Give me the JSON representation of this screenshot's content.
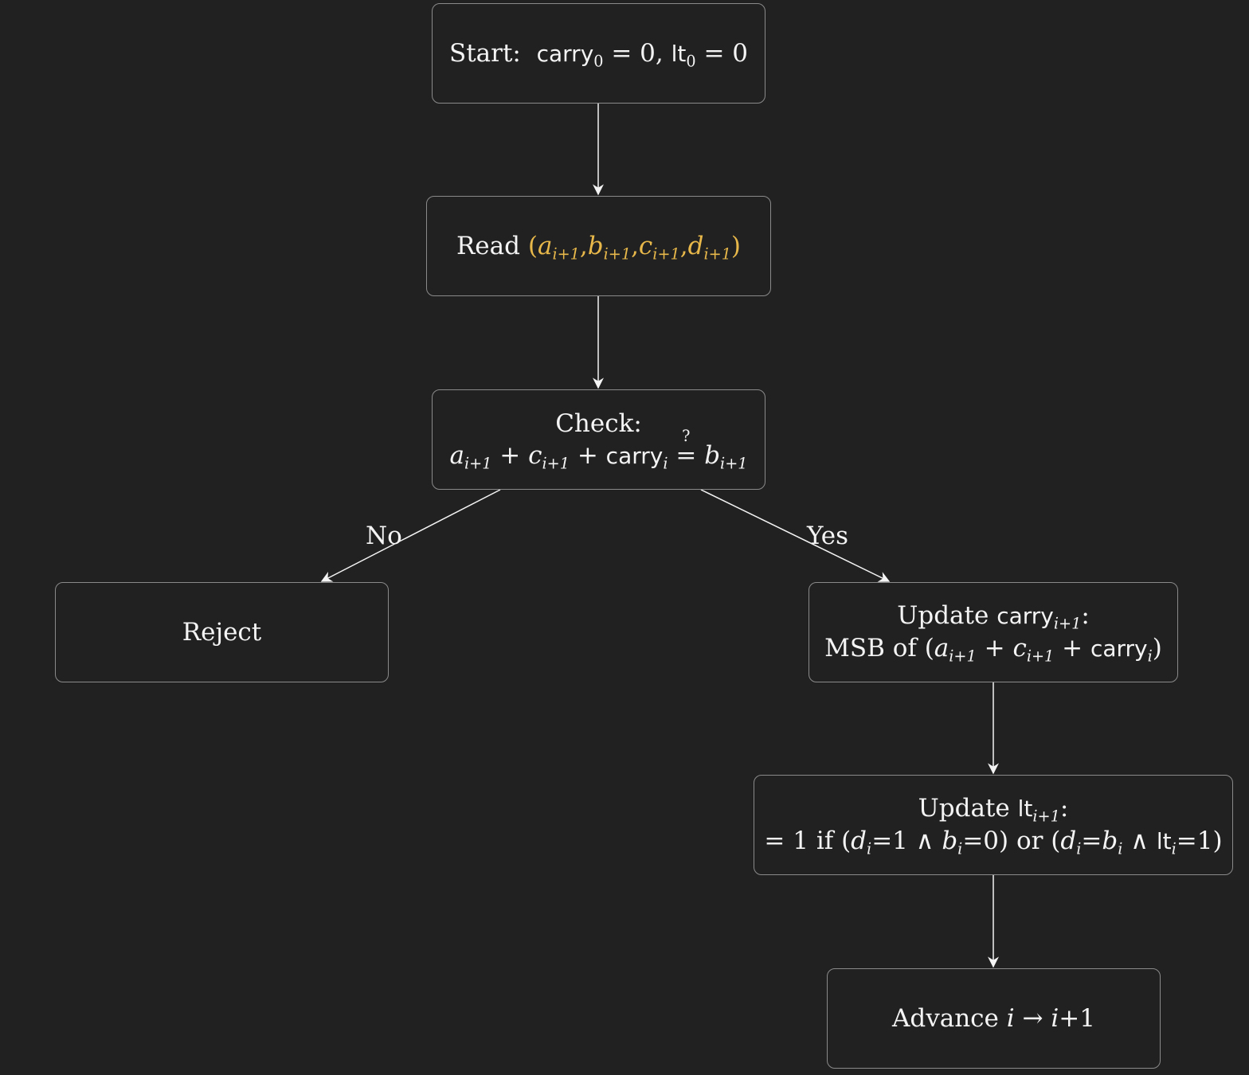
{
  "nodes": {
    "start": {
      "prefix": "Start:",
      "carry": "carry",
      "carry_sub": "0",
      "carry_val": "= 0,",
      "lt": "lt",
      "lt_sub": "0",
      "lt_val": "= 0"
    },
    "read": {
      "prefix": "Read",
      "open": "(",
      "a": "a",
      "b": "b",
      "c": "c",
      "d": "d",
      "sub": "i+1",
      "comma": ",",
      "close": ")"
    },
    "check": {
      "line1": "Check:",
      "a": "a",
      "c": "c",
      "sub": "i+1",
      "plus": "+",
      "carry": "carry",
      "carry_sub": "i",
      "eq": "=",
      "q": "?",
      "b": "b"
    },
    "reject": {
      "label": "Reject"
    },
    "update_carry": {
      "label": "Update",
      "carry": "carry",
      "sub": "i+1",
      "colon": ":",
      "msb": "MSB of (",
      "a": "a",
      "c": "c",
      "plus": "+",
      "carry_sub": "i",
      "close": ")"
    },
    "update_lt": {
      "label": "Update",
      "lt": "lt",
      "sub": "i+1",
      "colon": ":",
      "eq1": "= 1 if (",
      "d": "d",
      "b": "b",
      "isub": "i",
      "eq": "=1",
      "and": "∧",
      "eq0": "=0) or (",
      "eqb": "=",
      "end": "=1)"
    },
    "advance": {
      "label": "Advance",
      "i": "i",
      "arrow": "→",
      "next": "i",
      "plus1": "+1"
    }
  },
  "edges": {
    "no_label": "No",
    "yes_label": "Yes"
  },
  "colors": {
    "background": "#212121",
    "border": "#8a8a8a",
    "text": "#f4f4f4",
    "accent": "#e8b84a"
  }
}
